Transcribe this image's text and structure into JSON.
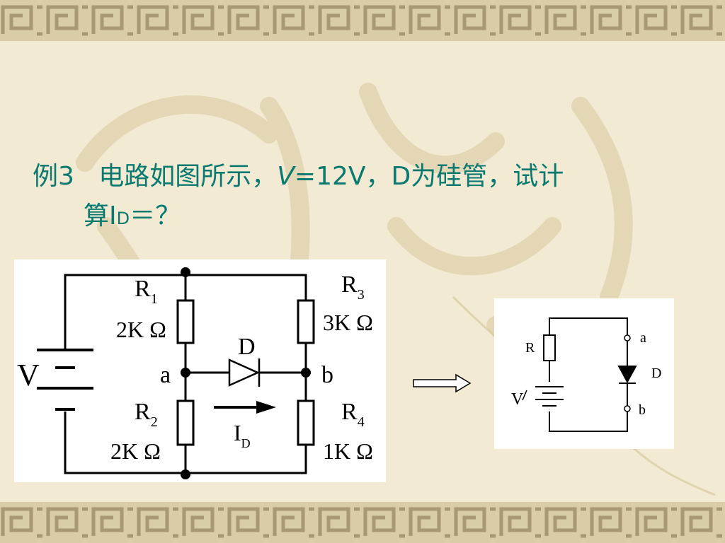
{
  "problem": {
    "prefix": "例3",
    "text1": "电路如图所示，",
    "var_v": "V",
    "text2": "=12V，D为硅管，试计",
    "text3": "算I",
    "sub_d": "D",
    "text4": "＝？"
  },
  "circuit": {
    "source_label": "V",
    "r1_name": "R",
    "r1_sub": "1",
    "r1_value": "2K Ω",
    "r2_name": "R",
    "r2_sub": "2",
    "r2_value": "2K Ω",
    "r3_name": "R",
    "r3_sub": "3",
    "r3_value": "3K Ω",
    "r4_name": "R",
    "r4_sub": "4",
    "r4_value": "1K Ω",
    "diode_label": "D",
    "node_a": "a",
    "node_b": "b",
    "current_name": "I",
    "current_sub": "D"
  },
  "equivalent": {
    "r_label": "R",
    "v_label": "V",
    "node_a": "a",
    "node_b": "b",
    "diode_label": "D"
  }
}
